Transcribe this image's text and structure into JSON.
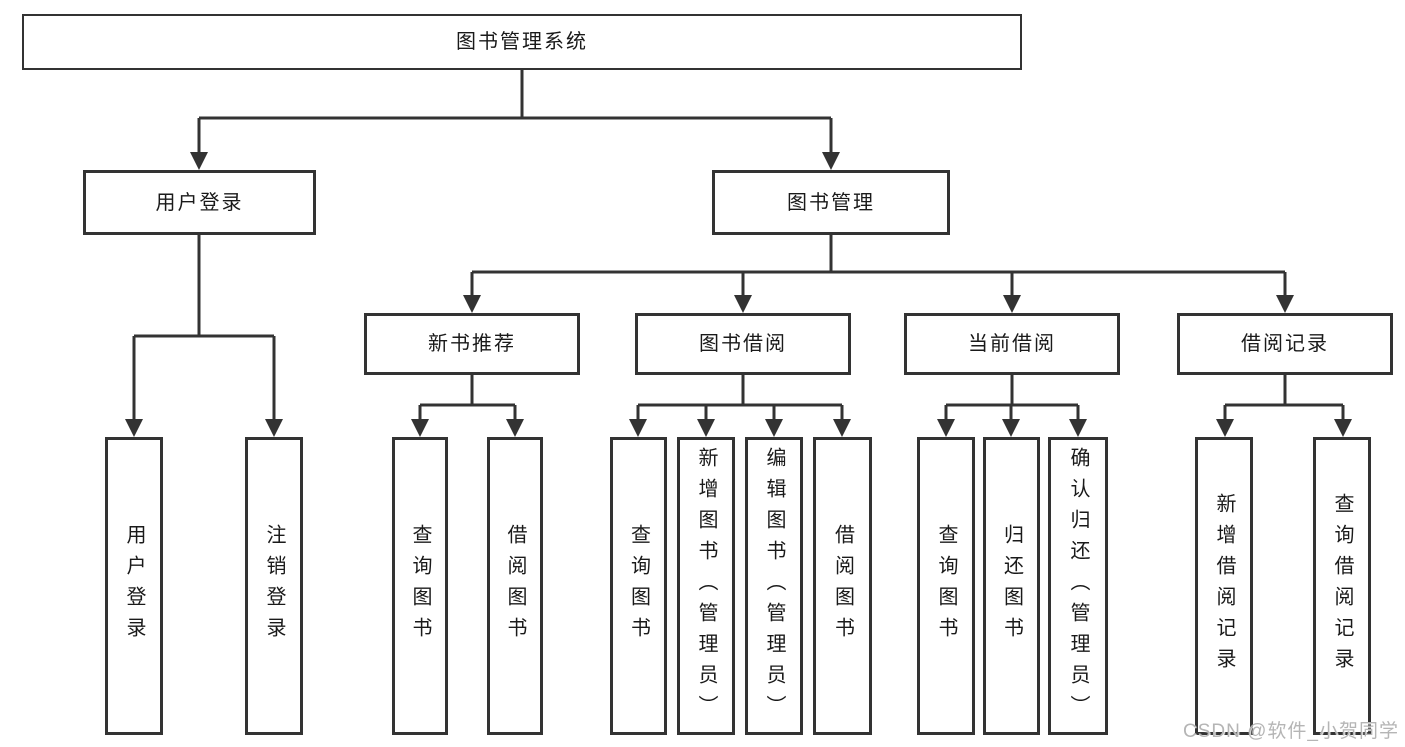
{
  "diagram": {
    "type": "tree",
    "nodes": {
      "root": {
        "label": "图书管理系统"
      },
      "user_login": {
        "label": "用户登录"
      },
      "book_mgmt": {
        "label": "图书管理"
      },
      "new_book_rec": {
        "label": "新书推荐"
      },
      "book_borrow": {
        "label": "图书借阅"
      },
      "current_borrow": {
        "label": "当前借阅"
      },
      "borrow_records": {
        "label": "借阅记录"
      },
      "leaf_user_login": {
        "label": "用户登录"
      },
      "leaf_logout": {
        "label": "注销登录"
      },
      "leaf_query_book_rec": {
        "label": "查询图书"
      },
      "leaf_borrow_book_rec": {
        "label": "借阅图书"
      },
      "leaf_query_book_borrow": {
        "label": "查询图书"
      },
      "leaf_add_book": {
        "label": "新增图书（管理员）"
      },
      "leaf_edit_book": {
        "label": "编辑图书（管理员）"
      },
      "leaf_borrow_book_borrow": {
        "label": "借阅图书"
      },
      "leaf_query_book_current": {
        "label": "查询图书"
      },
      "leaf_return_book": {
        "label": "归还图书"
      },
      "leaf_confirm_return": {
        "label": "确认归还（管理员）"
      },
      "leaf_add_borrow_record": {
        "label": "新增借阅记录"
      },
      "leaf_query_borrow_record": {
        "label": "查询借阅记录"
      }
    },
    "edges": [
      [
        "root",
        "user_login"
      ],
      [
        "root",
        "book_mgmt"
      ],
      [
        "user_login",
        "leaf_user_login"
      ],
      [
        "user_login",
        "leaf_logout"
      ],
      [
        "book_mgmt",
        "new_book_rec"
      ],
      [
        "book_mgmt",
        "book_borrow"
      ],
      [
        "book_mgmt",
        "current_borrow"
      ],
      [
        "book_mgmt",
        "borrow_records"
      ],
      [
        "new_book_rec",
        "leaf_query_book_rec"
      ],
      [
        "new_book_rec",
        "leaf_borrow_book_rec"
      ],
      [
        "book_borrow",
        "leaf_query_book_borrow"
      ],
      [
        "book_borrow",
        "leaf_add_book"
      ],
      [
        "book_borrow",
        "leaf_edit_book"
      ],
      [
        "book_borrow",
        "leaf_borrow_book_borrow"
      ],
      [
        "current_borrow",
        "leaf_query_book_current"
      ],
      [
        "current_borrow",
        "leaf_return_book"
      ],
      [
        "current_borrow",
        "leaf_confirm_return"
      ],
      [
        "borrow_records",
        "leaf_add_borrow_record"
      ],
      [
        "borrow_records",
        "leaf_query_borrow_record"
      ]
    ],
    "colors": {
      "line": "#333333",
      "box_border": "#333333",
      "box_fill": "#ffffff",
      "text": "#1a1a1a",
      "background": "#ffffff",
      "watermark": "#b5b5b5"
    }
  },
  "watermark": {
    "text": "CSDN @软件_小贺同学"
  }
}
